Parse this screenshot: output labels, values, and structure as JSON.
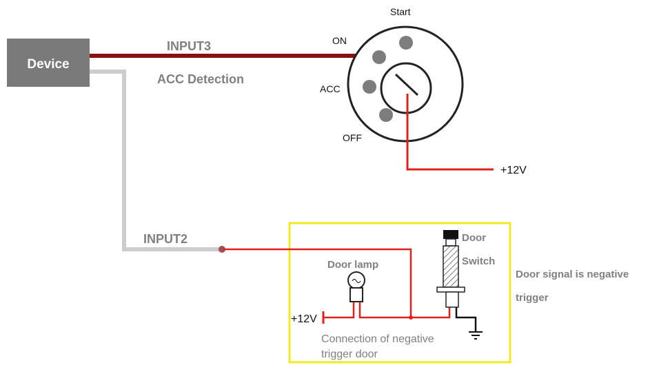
{
  "device": {
    "label": "Device",
    "color": "#7a7a7a"
  },
  "ignition": {
    "start": "Start",
    "on": "ON",
    "acc": "ACC",
    "off": "OFF",
    "supply": "+12V"
  },
  "wires": {
    "input3": "INPUT3",
    "acc_detection": "ACC Detection",
    "input2": "INPUT2",
    "input3_color": "#8b1010",
    "input2_color": "#cccccc",
    "signal_color": "#e0201a"
  },
  "door_circuit": {
    "door_lamp": "Door lamp",
    "door": "Door",
    "switch": "Switch",
    "supply": "+12V",
    "caption_line1": "Connection of negative",
    "caption_line2": "trigger door",
    "box_color": "#f2ea20"
  },
  "note": {
    "line1": "Door signal is negative",
    "line2": "trigger"
  }
}
